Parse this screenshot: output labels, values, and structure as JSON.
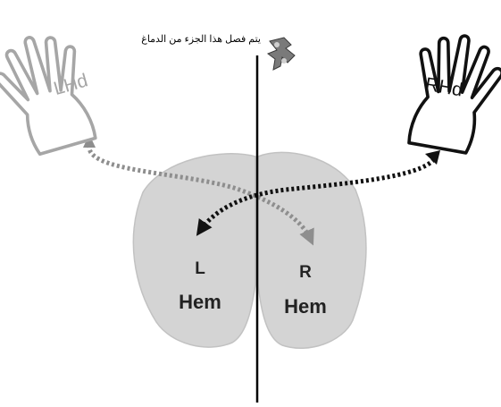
{
  "caption": "يتم فصل هذا الجزء من الدماغ",
  "hands": {
    "left": {
      "label": "LHd"
    },
    "right": {
      "label": "RHd"
    }
  },
  "hemispheres": {
    "left": {
      "letter": "L",
      "word": "Hem"
    },
    "right": {
      "letter": "R",
      "word": "Hem"
    }
  },
  "colors": {
    "hemisphere_fill": "#d4d4d4",
    "hemisphere_stroke": "#c2c2c2",
    "left_hand_fill": "#ffffff",
    "left_hand_stroke": "#a6a6a6",
    "right_hand_stroke": "#111111",
    "arrow_gray": "#8e8e8e",
    "arrow_black": "#111111",
    "divider": "#000000"
  },
  "icons": {
    "left_hand": "open-hand-icon",
    "right_hand": "open-hand-icon",
    "scissors": "scissors-icon"
  }
}
